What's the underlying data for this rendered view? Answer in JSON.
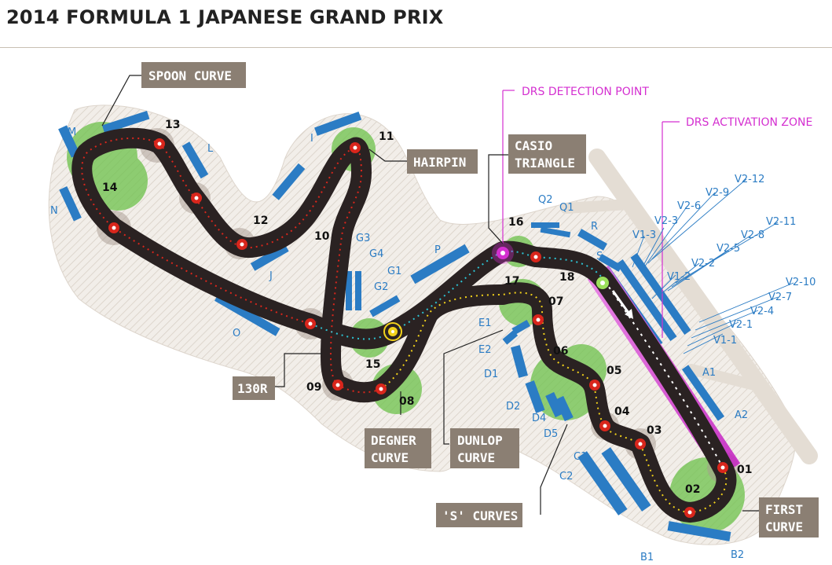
{
  "title": "2014 FORMULA 1 JAPANESE GRAND PRIX",
  "colors": {
    "track": "#2a2222",
    "kerb_red": "#d9261c",
    "drs": "#d42fd0",
    "grandstand": "#2b7cc4",
    "runoff_green": "#6cc14a",
    "label_box": "#8b7f73",
    "detection_cyan": "#2cc3d3",
    "sector_yellow": "#f2d21b"
  },
  "annotations": {
    "spoon_curve": "SPOON CURVE",
    "hairpin": "HAIRPIN",
    "casio_1": "CASIO",
    "casio_2": "TRIANGLE",
    "r130": "130R",
    "degner_1": "DEGNER",
    "degner_2": "CURVE",
    "dunlop_1": "DUNLOP",
    "dunlop_2": "CURVE",
    "s_curves": "'S' CURVES",
    "first_1": "FIRST",
    "first_2": "CURVE",
    "drs_detection": "DRS DETECTION POINT",
    "drs_activation": "DRS ACTIVATION ZONE"
  },
  "corners": {
    "c01": "01",
    "c02": "02",
    "c03": "03",
    "c04": "04",
    "c05": "05",
    "c06": "06",
    "c07": "07",
    "c08": "08",
    "c09": "09",
    "c10": "10",
    "c11": "11",
    "c12": "12",
    "c13": "13",
    "c14": "14",
    "c15": "15",
    "c16": "16",
    "c17": "17",
    "c18": "18"
  },
  "stands": {
    "M": "M",
    "N": "N",
    "L": "L",
    "I": "I",
    "J": "J",
    "O": "O",
    "P": "P",
    "G1": "G1",
    "G2": "G2",
    "G3": "G3",
    "G4": "G4",
    "Q1": "Q1",
    "Q2": "Q2",
    "R": "R",
    "S": "S",
    "E1": "E1",
    "E2": "E2",
    "D1": "D1",
    "D2": "D2",
    "D4": "D4",
    "D5": "D5",
    "C1": "C1",
    "C2": "C2",
    "B1": "B1",
    "B2": "B2",
    "A1": "A1",
    "A2": "A2",
    "V1_1": "V1-1",
    "V1_2": "V1-2",
    "V1_3": "V1-3",
    "V2_1": "V2-1",
    "V2_2": "V2-2",
    "V2_3": "V2-3",
    "V2_4": "V2-4",
    "V2_5": "V2-5",
    "V2_6": "V2-6",
    "V2_7": "V2-7",
    "V2_8": "V2-8",
    "V2_9": "V2-9",
    "V2_10": "V2-10",
    "V2_11": "V2-11",
    "V2_12": "V2-12"
  }
}
